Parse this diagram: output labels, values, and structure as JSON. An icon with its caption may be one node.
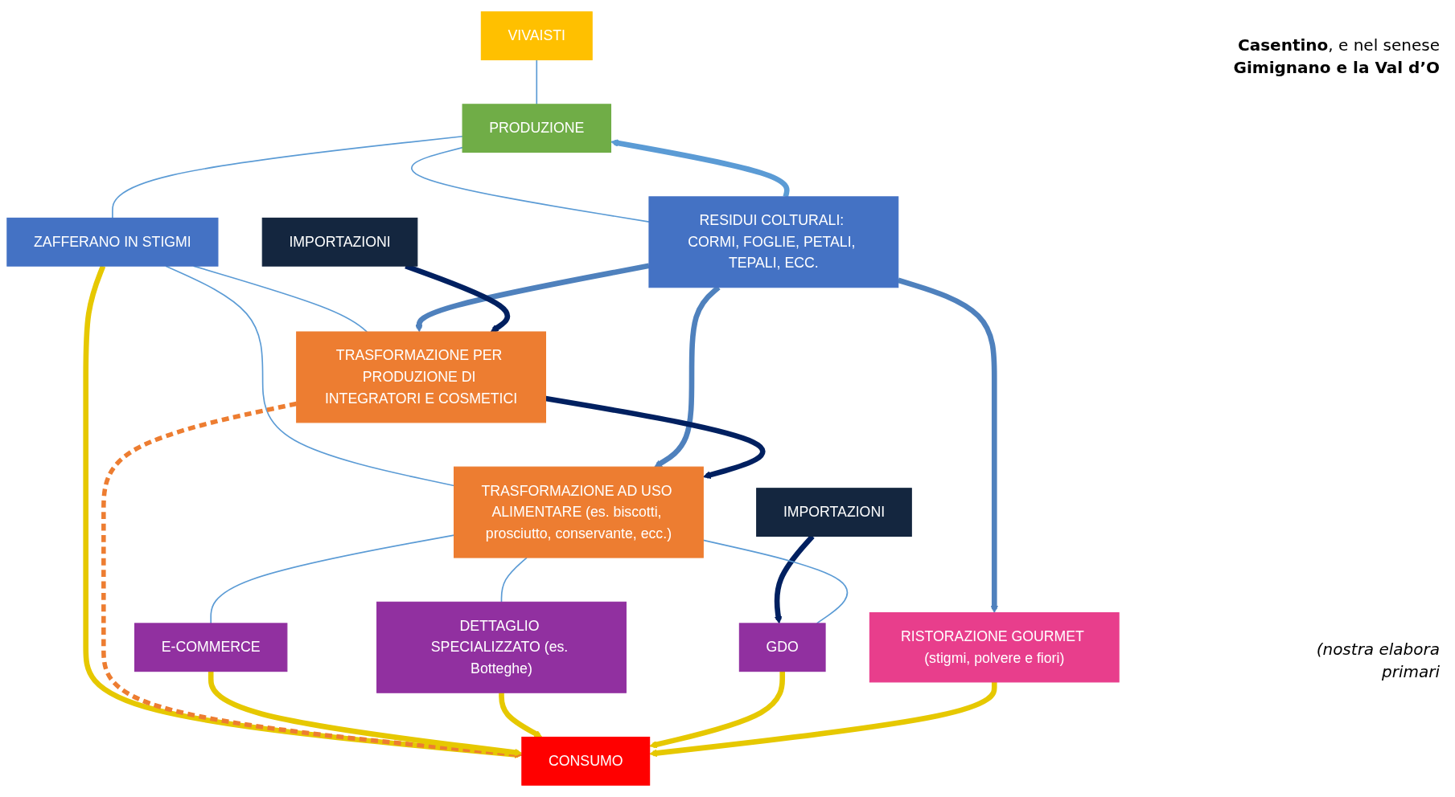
{
  "diagram": {
    "nodes": [
      {
        "text": [
          "VIVAISTI"
        ]
      },
      {
        "text": [
          "PRODUZIONE"
        ]
      },
      {
        "text": [
          "ZAFFERANO IN STIGMI"
        ]
      },
      {
        "text": [
          "RESIDUI COLTURALI: CORMI, FOGLIE, PETALI, TEPALI, ECC."
        ]
      },
      {
        "text": [
          "TRASFORMAZIONE PER PRODUZIONE DI INTEGRATORI E COSMETICI"
        ]
      },
      {
        "text": [
          "TRASFORMAZIONE AD USO ALIMENTARE (es. biscotti, prosciutto, conservante, ecc.)"
        ]
      },
      {
        "text": [
          "RISTORAZIONE GOURMET (stigmi, polvere e fiori)"
        ]
      },
      {
        "text": [
          "IMPORTAZIONI"
        ]
      },
      {
        "text": [
          "IMPORTAZIONI"
        ]
      },
      {
        "text": [
          "E-COMMERCE"
        ]
      },
      {
        "text": [
          "DETTAGLIO SPECIALIZZATO (es. Botteghe)"
        ]
      },
      {
        "text": [
          "GDO"
        ]
      },
      {
        "text": [
          "CONSUMO"
        ]
      }
    ],
    "edges": [
      {
        "from": 0,
        "to": 1,
        "arrow": "none"
      },
      {
        "from": 1,
        "to": 2,
        "arrow": "none"
      },
      {
        "from": 1,
        "to": 3,
        "arrow": "none"
      },
      {
        "from": 3,
        "to": 1,
        "arrow": "to"
      },
      {
        "from": 2,
        "to": 4,
        "arrow": "none"
      },
      {
        "from": 2,
        "to": 5,
        "arrow": "none"
      },
      {
        "from": 3,
        "to": 4,
        "arrow": "to",
        "color": "#4f81bd"
      },
      {
        "from": 3,
        "to": 5,
        "arrow": "to",
        "color": "#4f81bd"
      },
      {
        "from": 3,
        "to": 6,
        "arrow": "to",
        "color": "#4f81bd"
      },
      {
        "from": 7,
        "to": 4,
        "arrow": "to",
        "color": "#002060"
      },
      {
        "from": 4,
        "to": 5,
        "arrow": "to",
        "color": "#002060"
      },
      {
        "from": 8,
        "to": 11,
        "arrow": "to",
        "color": "#002060"
      },
      {
        "from": 5,
        "to": 9,
        "arrow": "none"
      },
      {
        "from": 5,
        "to": 10,
        "arrow": "none"
      },
      {
        "from": 5,
        "to": 11,
        "arrow": "none"
      },
      {
        "from": 2,
        "to": 12,
        "arrow": "to",
        "color": "#e6c800"
      },
      {
        "from": 4,
        "to": 12,
        "arrow": "to",
        "style": "dashed",
        "color": "#ed7d31"
      },
      {
        "from": 9,
        "to": 12,
        "arrow": "to",
        "color": "#e6c800"
      },
      {
        "from": 10,
        "to": 12,
        "arrow": "to",
        "color": "#e6c800"
      },
      {
        "from": 11,
        "to": 12,
        "arrow": "to",
        "color": "#e6c800"
      },
      {
        "from": 6,
        "to": 12,
        "arrow": "to",
        "color": "#e6c800"
      }
    ],
    "labels": [
      "**Casentino**, e nel senese",
      "**Gimignano e la Val d’O**",
      "(nostra elabora",
      "primari"
    ]
  }
}
